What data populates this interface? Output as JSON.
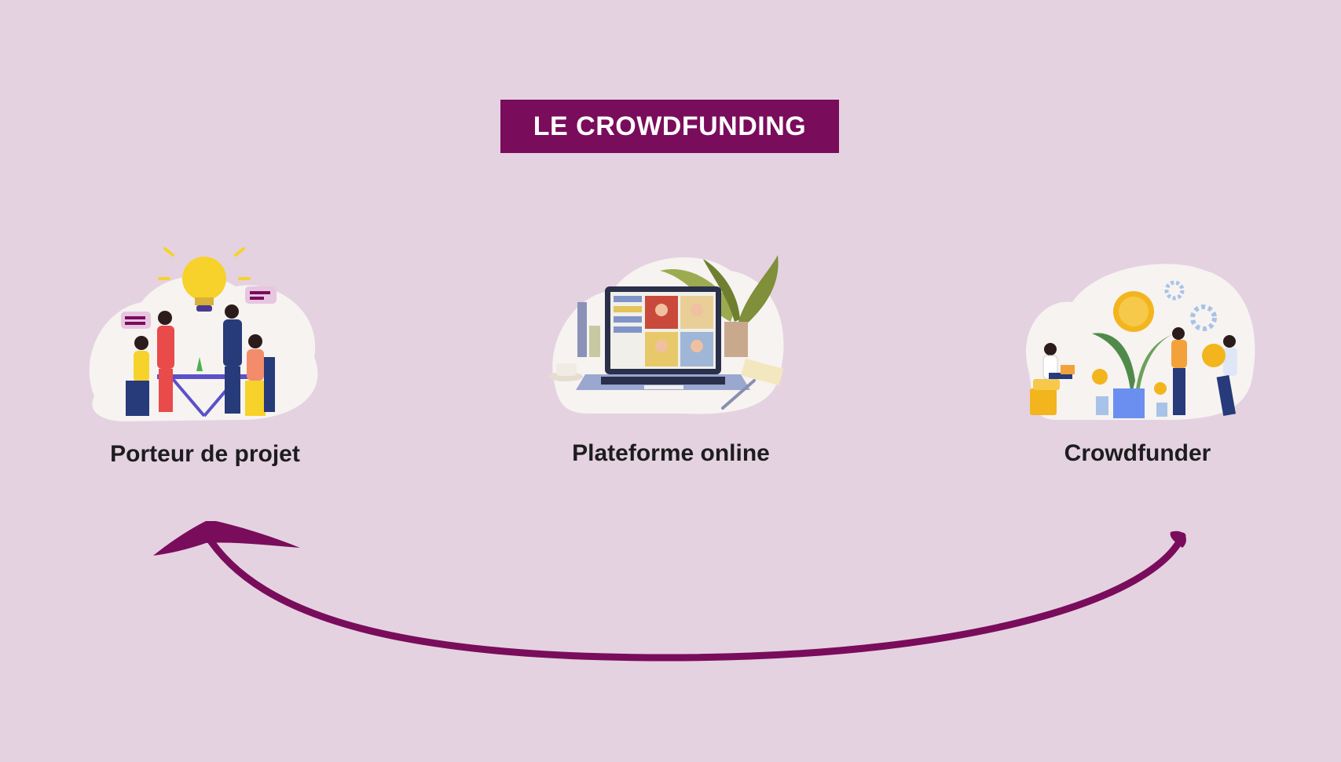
{
  "title": "LE CROWDFUNDING",
  "colors": {
    "background": "#e4d2e1",
    "accent": "#7a0c5c",
    "text": "#1d1d1f"
  },
  "nodes": [
    {
      "label": "Porteur de projet",
      "icon": "team-lightbulb-illustration"
    },
    {
      "label": "Plateforme online",
      "icon": "laptop-video-call-illustration"
    },
    {
      "label": "Crowdfunder",
      "icon": "money-growth-illustration"
    }
  ],
  "flow": {
    "from": "Crowdfunder",
    "to": "Porteur de projet",
    "icon": "curved-arrow"
  }
}
